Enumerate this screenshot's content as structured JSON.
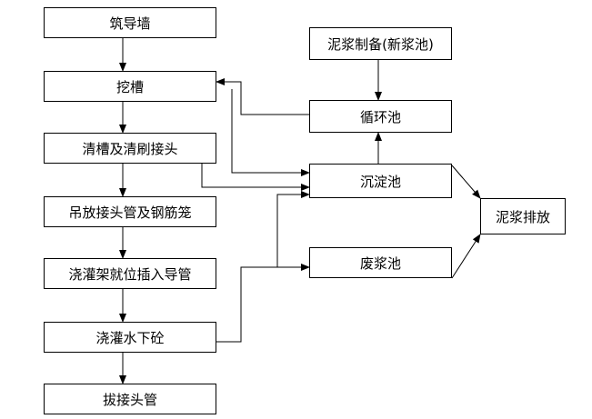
{
  "diagram": {
    "nodes": {
      "build_guide_wall": "筑导墙",
      "excavate_trench": "挖槽",
      "clean_trench": "清槽及清刷接头",
      "lower_pipe_cage": "吊放接头管及钢筋笼",
      "pour_frame": "浇灌架就位插入导管",
      "pour_underwater": "浇灌水下砼",
      "pull_pipe": "拔接头管",
      "slurry_prep": "泥浆制备(新浆池)",
      "circulation_tank": "循环池",
      "settling_tank": "沉淀池",
      "waste_tank": "废浆池",
      "slurry_discharge": "泥浆排放"
    }
  }
}
